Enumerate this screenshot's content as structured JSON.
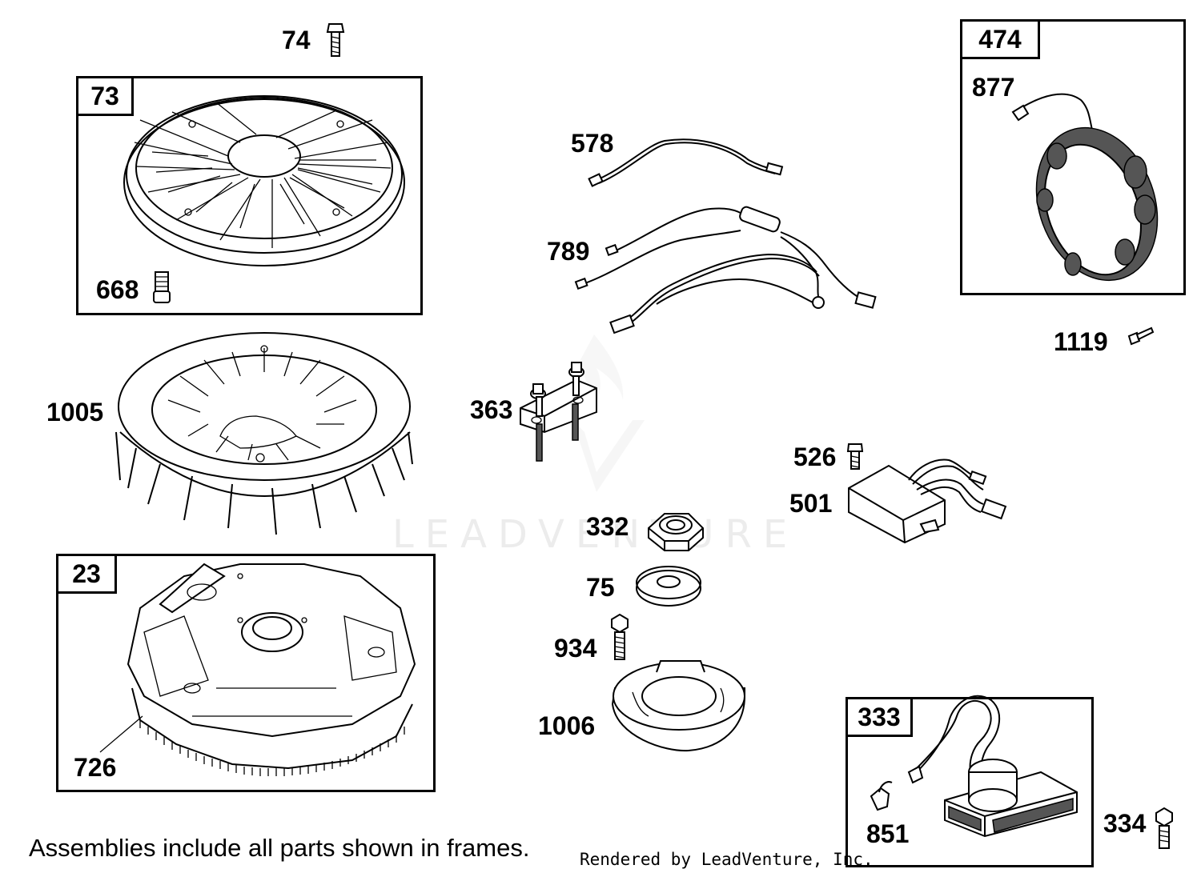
{
  "watermark": "LEADVENTURE",
  "frames": [
    {
      "id": "frame-73",
      "label": "73"
    },
    {
      "id": "frame-474",
      "label": "474"
    },
    {
      "id": "frame-23",
      "label": "23"
    },
    {
      "id": "frame-333",
      "label": "333"
    }
  ],
  "parts": [
    "74",
    "668",
    "578",
    "789",
    "877",
    "1119",
    "1005",
    "363",
    "526",
    "501",
    "332",
    "75",
    "934",
    "1006",
    "726",
    "851",
    "334"
  ],
  "footer": {
    "note": "Assemblies include all parts shown in frames.",
    "credit": "Rendered by LeadVenture, Inc."
  }
}
